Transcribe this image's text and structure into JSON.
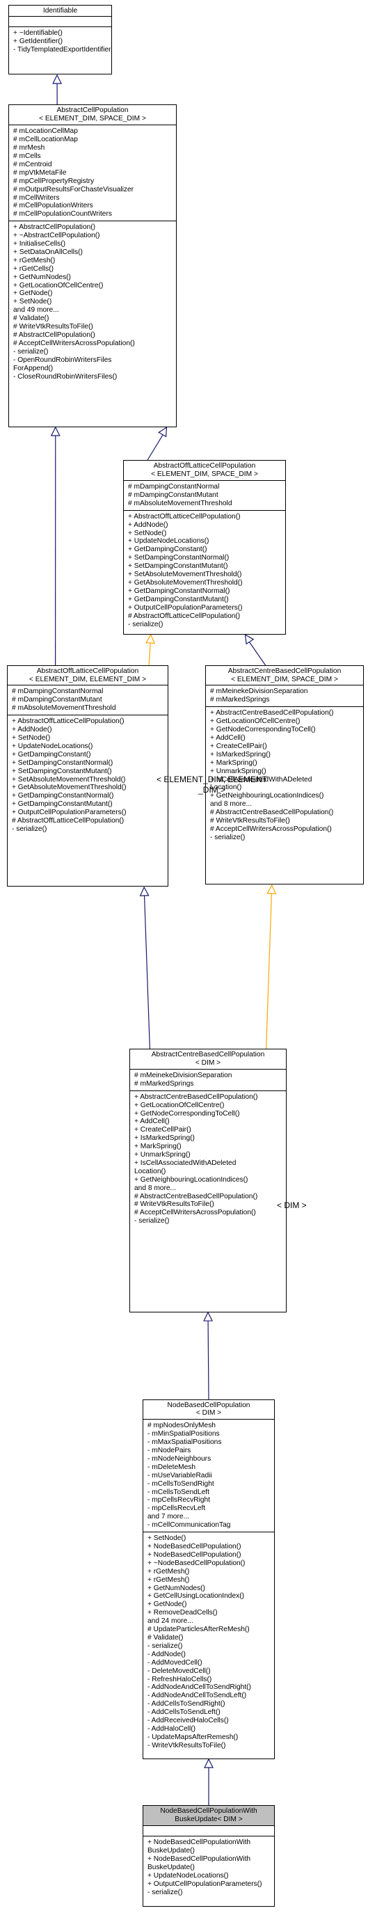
{
  "nodes": {
    "identifiable": {
      "title": [
        "Identifiable"
      ],
      "attributes": [],
      "operations": [
        "+ ~Identifiable()",
        "+ GetIdentifier()",
        "- TidyTemplatedExportIdentifier()"
      ]
    },
    "abstract_cell_population": {
      "title": [
        "AbstractCellPopulation",
        "< ELEMENT_DIM, SPACE_DIM >"
      ],
      "attributes": [
        "# mLocationCellMap",
        "# mCellLocationMap",
        "# mrMesh",
        "# mCells",
        "# mCentroid",
        "# mpVtkMetaFile",
        "# mpCellPropertyRegistry",
        "# mOutputResultsForChasteVisualizer",
        "# mCellWriters",
        "# mCellPopulationWriters",
        "# mCellPopulationCountWriters"
      ],
      "operations": [
        "+ AbstractCellPopulation()",
        "+ ~AbstractCellPopulation()",
        "+ InitialiseCells()",
        "+ SetDataOnAllCells()",
        "+ rGetMesh()",
        "+ rGetCells()",
        "+ GetNumNodes()",
        "+ GetLocationOfCellCentre()",
        "+ GetNode()",
        "+ SetNode()",
        "and 49 more...",
        "# Validate()",
        "# WriteVtkResultsToFile()",
        "# AbstractCellPopulation()",
        "# AcceptCellWritersAcrossPopulation()",
        "- serialize()",
        "- OpenRoundRobinWritersFiles",
        "ForAppend()",
        "- CloseRoundRobinWritersFiles()"
      ]
    },
    "abstract_off_lattice_template": {
      "title": [
        "AbstractOffLatticeCellPopulation",
        "< ELEMENT_DIM, SPACE_DIM >"
      ],
      "attributes": [
        "# mDampingConstantNormal",
        "# mDampingConstantMutant",
        "# mAbsoluteMovementThreshold"
      ],
      "operations": [
        "+ AbstractOffLatticeCellPopulation()",
        "+ AddNode()",
        "+ SetNode()",
        "+ UpdateNodeLocations()",
        "+ GetDampingConstant()",
        "+ SetDampingConstantNormal()",
        "+ SetDampingConstantMutant()",
        "+ SetAbsoluteMovementThreshold()",
        "+ GetAbsoluteMovementThreshold()",
        "+ GetDampingConstantNormal()",
        "+ GetDampingConstantMutant()",
        "+ OutputCellPopulationParameters()",
        "# AbstractOffLatticeCellPopulation()",
        "- serialize()"
      ]
    },
    "abstract_off_lattice_elem": {
      "title": [
        "AbstractOffLatticeCellPopulation",
        "< ELEMENT_DIM, ELEMENT_DIM >"
      ],
      "attributes": [
        "# mDampingConstantNormal",
        "# mDampingConstantMutant",
        "# mAbsoluteMovementThreshold"
      ],
      "operations": [
        "+ AbstractOffLatticeCellPopulation()",
        "+ AddNode()",
        "+ SetNode()",
        "+ UpdateNodeLocations()",
        "+ GetDampingConstant()",
        "+ SetDampingConstantNormal()",
        "+ SetDampingConstantMutant()",
        "+ SetAbsoluteMovementThreshold()",
        "+ GetAbsoluteMovementThreshold()",
        "+ GetDampingConstantNormal()",
        "+ GetDampingConstantMutant()",
        "+ OutputCellPopulationParameters()",
        "# AbstractOffLatticeCellPopulation()",
        "- serialize()"
      ]
    },
    "abstract_centre_template": {
      "title": [
        "AbstractCentreBasedCellPopulation",
        "< ELEMENT_DIM, SPACE_DIM >"
      ],
      "attributes": [
        "# mMeinekeDivisionSeparation",
        "# mMarkedSprings"
      ],
      "operations": [
        "+ AbstractCentreBasedCellPopulation()",
        "+ GetLocationOfCellCentre()",
        "+ GetNodeCorrespondingToCell()",
        "+ AddCell()",
        "+ CreateCellPair()",
        "+ IsMarkedSpring()",
        "+ MarkSpring()",
        "+ UnmarkSpring()",
        "+ IsCellAssociatedWithADeleted",
        "Location()",
        "+ GetNeighbouringLocationIndices()",
        "and 8 more...",
        "# AbstractCentreBasedCellPopulation()",
        "# WriteVtkResultsToFile()",
        "# AcceptCellWritersAcrossPopulation()",
        "- serialize()"
      ]
    },
    "abstract_centre_dim": {
      "title": [
        "AbstractCentreBasedCellPopulation",
        "< DIM >"
      ],
      "attributes": [
        "# mMeinekeDivisionSeparation",
        "# mMarkedSprings"
      ],
      "operations": [
        "+ AbstractCentreBasedCellPopulation()",
        "+ GetLocationOfCellCentre()",
        "+ GetNodeCorrespondingToCell()",
        "+ AddCell()",
        "+ CreateCellPair()",
        "+ IsMarkedSpring()",
        "+ MarkSpring()",
        "+ UnmarkSpring()",
        "+ IsCellAssociatedWithADeleted",
        "Location()",
        "+ GetNeighbouringLocationIndices()",
        "and 8 more...",
        "# AbstractCentreBasedCellPopulation()",
        "# WriteVtkResultsToFile()",
        "# AcceptCellWritersAcrossPopulation()",
        "- serialize()"
      ]
    },
    "node_based": {
      "title": [
        "NodeBasedCellPopulation",
        "< DIM >"
      ],
      "attributes": [
        "# mpNodesOnlyMesh",
        "- mMinSpatialPositions",
        "- mMaxSpatialPositions",
        "- mNodePairs",
        "- mNodeNeighbours",
        "- mDeleteMesh",
        "- mUseVariableRadii",
        "- mCellsToSendRight",
        "- mCellsToSendLeft",
        "- mpCellsRecvRight",
        "- mpCellsRecvLeft",
        "and 7 more...",
        "- mCellCommunicationTag"
      ],
      "operations": [
        "+ SetNode()",
        "+ NodeBasedCellPopulation()",
        "+ NodeBasedCellPopulation()",
        "+ ~NodeBasedCellPopulation()",
        "+ rGetMesh()",
        "+ rGetMesh()",
        "+ GetNumNodes()",
        "+ GetCellUsingLocationIndex()",
        "+ GetNode()",
        "+ RemoveDeadCells()",
        "and 24 more...",
        "# UpdateParticlesAfterReMesh()",
        "# Validate()",
        "- serialize()",
        "- AddNode()",
        "- AddMovedCell()",
        "- DeleteMovedCell()",
        "- RefreshHaloCells()",
        "- AddNodeAndCellToSendRight()",
        "- AddNodeAndCellToSendLeft()",
        "- AddCellsToSendRight()",
        "- AddCellsToSendLeft()",
        "- AddReceivedHaloCells()",
        "- AddHaloCell()",
        "- UpdateMapsAfterRemesh()",
        "- WriteVtkResultsToFile()"
      ]
    },
    "node_based_busk": {
      "title": [
        "NodeBasedCellPopulationWith",
        "BuskeUpdate< DIM >"
      ],
      "attributes": [],
      "operations": [
        "+ NodeBasedCellPopulationWith",
        "BuskeUpdate()",
        "+ NodeBasedCellPopulationWith",
        "BuskeUpdate()",
        "+ UpdateNodeLocations()",
        "+ OutputCellPopulationParameters()",
        "- serialize()"
      ]
    }
  },
  "edge_labels": {
    "elem_dim": [
      "< ELEMENT_DIM, ELEMENT",
      "_DIM >"
    ],
    "dim": [
      "< DIM >"
    ]
  },
  "colors": {
    "inheritance": "#191970",
    "template": "#ffa500",
    "focus_fill": "#bfbfbf"
  }
}
